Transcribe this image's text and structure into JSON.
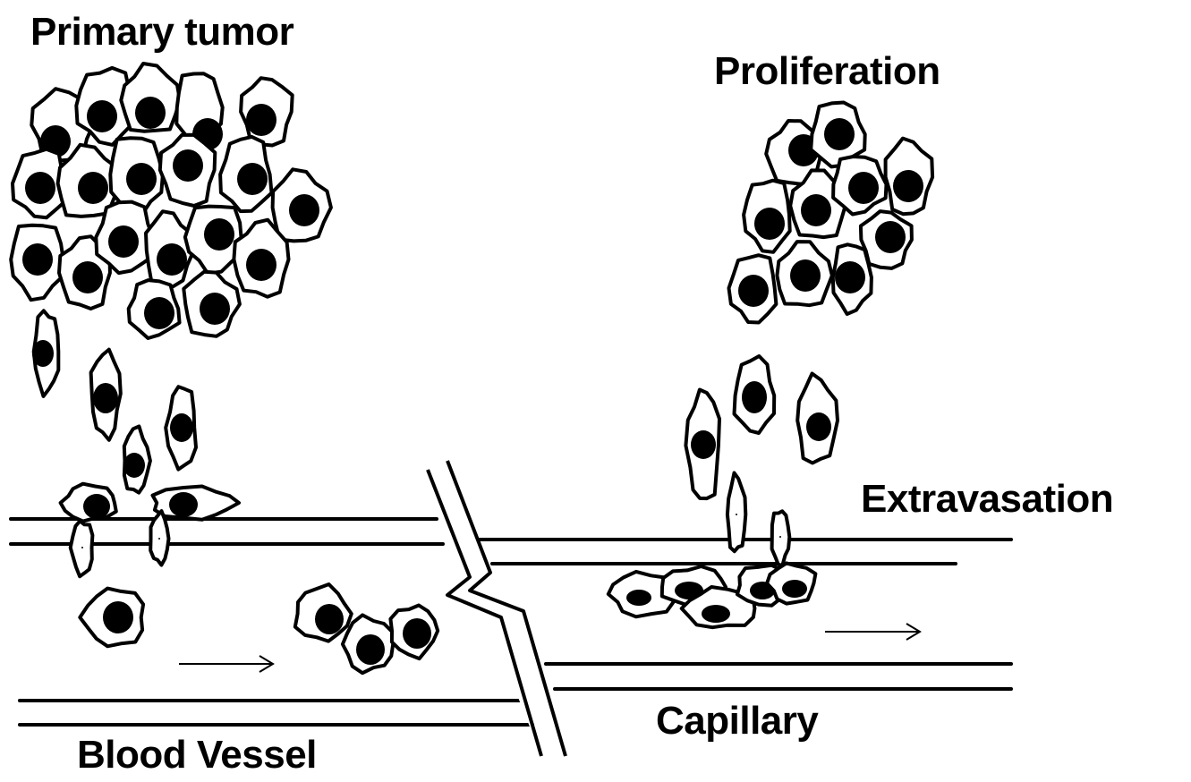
{
  "labels": {
    "primary_tumor": "Primary tumor",
    "proliferation": "Proliferation",
    "extravasation": "Extravasation",
    "blood_vessel": "Blood Vessel",
    "capillary": "Capillary"
  },
  "colors": {
    "ink": "#000000",
    "background": "#ffffff"
  }
}
